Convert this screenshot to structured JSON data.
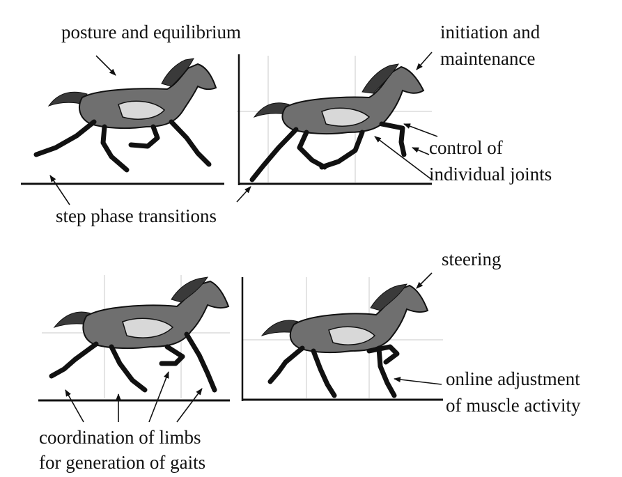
{
  "labels": {
    "posture": "posture and equilibrium",
    "initiation_line1": "initiation and",
    "initiation_line2": "maintenance",
    "control_line1": "control of",
    "control_line2": "individual joints",
    "step_phase": "step phase transitions",
    "steering": "steering",
    "online_line1": "online adjustment",
    "online_line2": "of muscle activity",
    "coordination_line1": "coordination of limbs",
    "coordination_line2": "for generation of gaits"
  }
}
